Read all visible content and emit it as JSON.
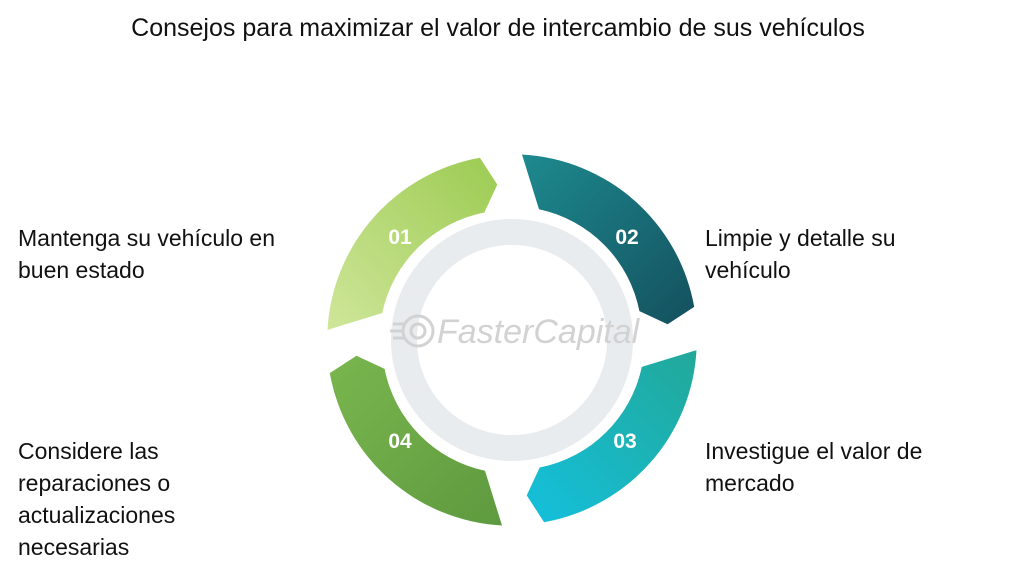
{
  "title": "Consejos para maximizar el valor de intercambio de sus vehículos",
  "steps": [
    {
      "number": "01",
      "text": "Mantenga su vehículo en\nbuen estado"
    },
    {
      "number": "02",
      "text": "Limpie y detalle su\nvehículo"
    },
    {
      "number": "03",
      "text": "Investigue el valor de\nmercado"
    },
    {
      "number": "04",
      "text": "Considere las\nreparaciones o\nactualizaciones\nnecesarias"
    }
  ],
  "watermark": "FasterCapital",
  "colors": {
    "step01": "#b2d76d",
    "step02": "#1b6e7c",
    "step03": "#1cb4c6",
    "step04": "#6fa845",
    "ring": "#e9ecee"
  }
}
